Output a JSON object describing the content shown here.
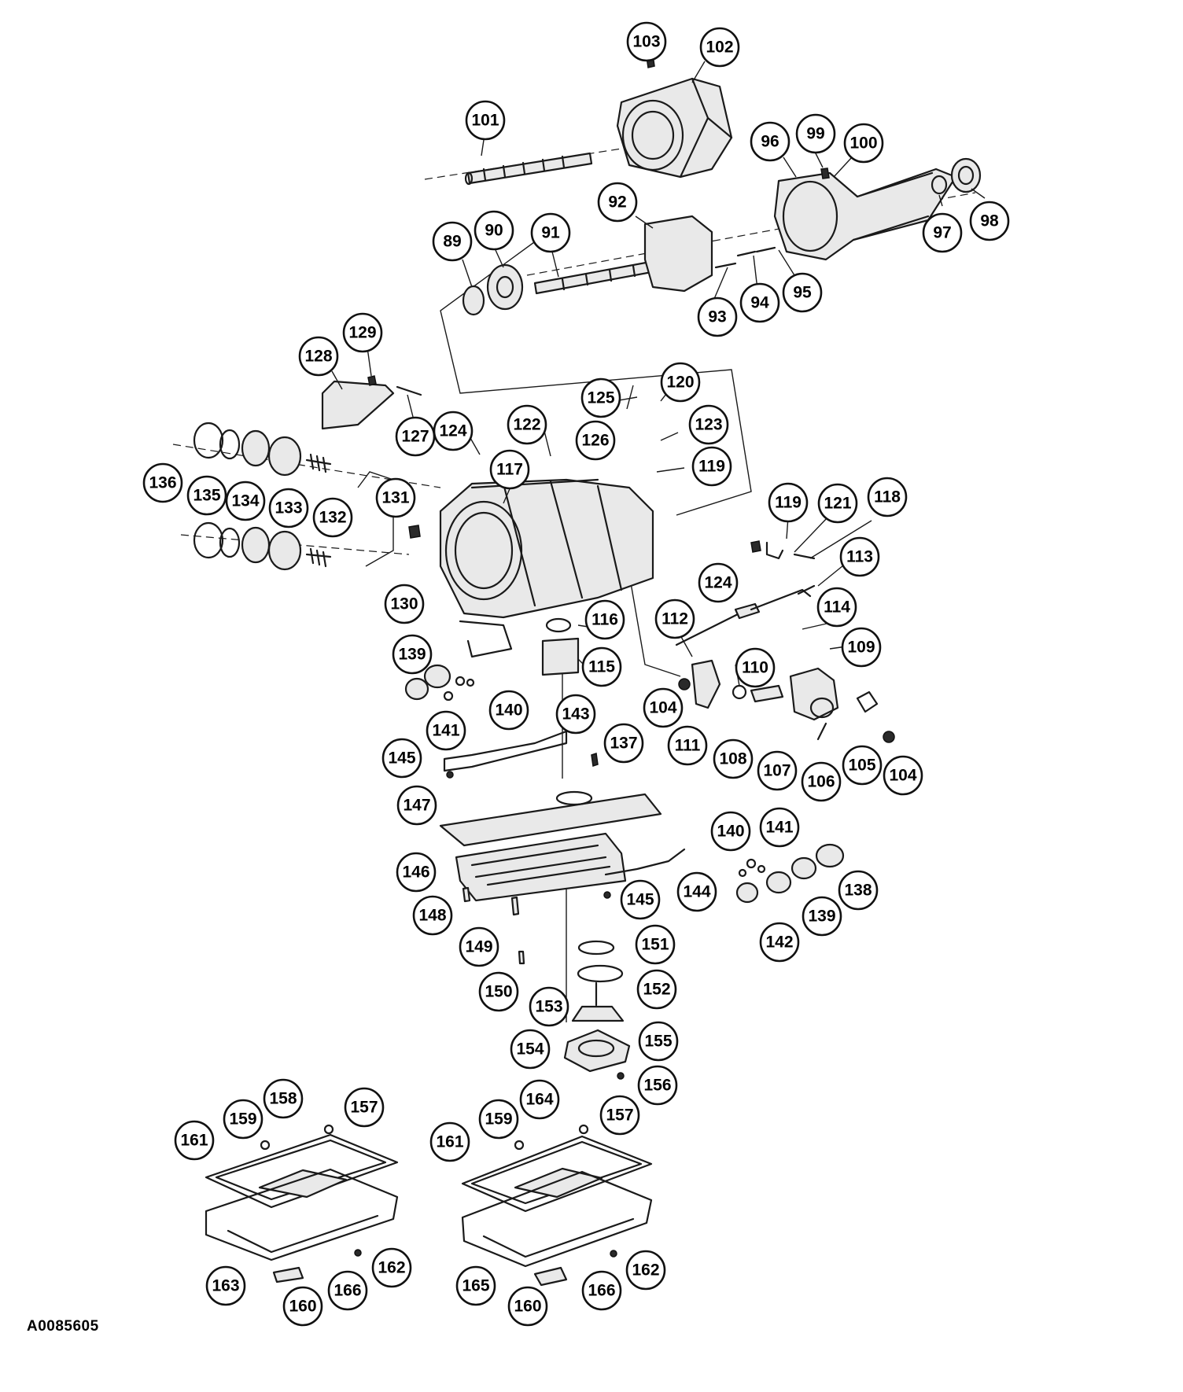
{
  "figure_id": "A0085605",
  "callouts": [
    "101",
    "102",
    "103",
    "96",
    "99",
    "100",
    "97",
    "98",
    "89",
    "90",
    "91",
    "92",
    "93",
    "94",
    "95",
    "128",
    "129",
    "127",
    "124",
    "122",
    "125",
    "126",
    "120",
    "123",
    "117",
    "119",
    "136",
    "135",
    "134",
    "133",
    "132",
    "131",
    "130",
    "124",
    "119",
    "121",
    "118",
    "113",
    "114",
    "116",
    "115",
    "112",
    "109",
    "110",
    "139",
    "140",
    "141",
    "104",
    "111",
    "108",
    "107",
    "106",
    "105",
    "104",
    "143",
    "137",
    "145",
    "147",
    "146",
    "140",
    "141",
    "138",
    "139",
    "144",
    "145",
    "142",
    "148",
    "149",
    "151",
    "152",
    "150",
    "153",
    "154",
    "155",
    "156",
    "159",
    "158",
    "157",
    "161",
    "163",
    "160",
    "166",
    "162",
    "159",
    "164",
    "157",
    "161",
    "165",
    "160",
    "166",
    "162"
  ]
}
